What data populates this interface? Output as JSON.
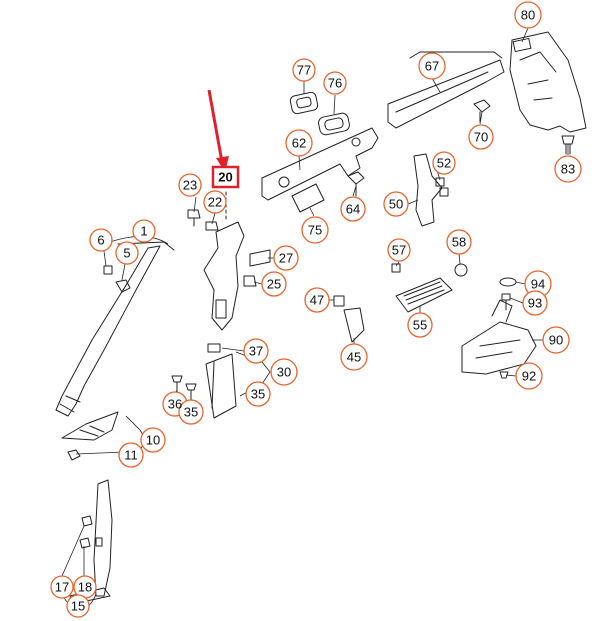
{
  "diagram": {
    "highlighted": "20",
    "callouts": {
      "c80": "80",
      "c77": "77",
      "c76": "76",
      "c67": "67",
      "c62": "62",
      "c70": "70",
      "c83": "83",
      "c52": "52",
      "c20": "20",
      "c23": "23",
      "c22": "22",
      "c64": "64",
      "c50": "50",
      "c75": "75",
      "c1": "1",
      "c6": "6",
      "c5": "5",
      "c27": "27",
      "c25": "25",
      "c57": "57",
      "c58": "58",
      "c94": "94",
      "c93": "93",
      "c47": "47",
      "c55": "55",
      "c90": "90",
      "c45": "45",
      "c37": "37",
      "c30": "30",
      "c92": "92",
      "c36": "36",
      "c35a": "35",
      "c35b": "35",
      "c10": "10",
      "c11": "11",
      "c17": "17",
      "c18": "18",
      "c15": "15"
    },
    "colors": {
      "callout": "#e8642c",
      "highlight": "#e0202a",
      "line": "#222222"
    }
  }
}
